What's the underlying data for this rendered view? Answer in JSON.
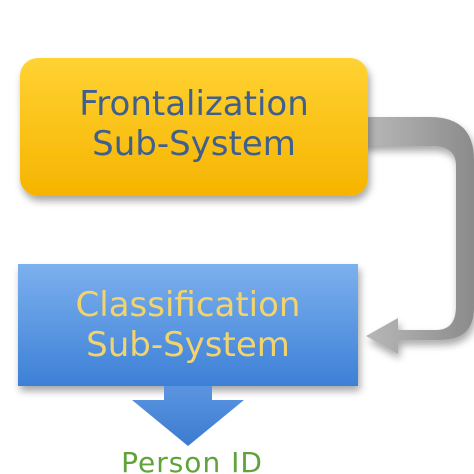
{
  "diagram": {
    "nodes": [
      {
        "id": "frontalization",
        "line1": "Frontalization",
        "line2": "Sub-System",
        "fill_top": "#ffd233",
        "fill_bottom": "#f6b400",
        "text_color": "#3f5f8f"
      },
      {
        "id": "classification",
        "line1": "Classification",
        "line2": "Sub-System",
        "fill_top": "#73a9ec",
        "fill_bottom": "#3f82d8",
        "text_color": "#f3d36b"
      }
    ],
    "connector": {
      "from": "frontalization",
      "to": "classification",
      "color": "#9a9a9a"
    },
    "output": {
      "label": "Person ID",
      "arrow_color": "#4a86d8",
      "label_color": "#5fa33a"
    }
  }
}
